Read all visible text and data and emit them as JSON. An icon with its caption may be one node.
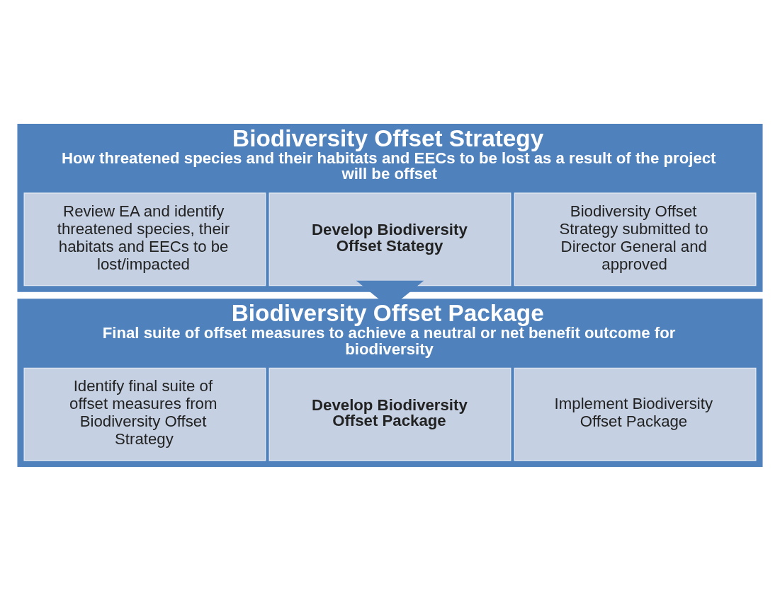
{
  "diagram": {
    "nodes": [
      {
        "text": [
          "Biodiversity Offset Strategy",
          "How threatened species and their habitats and EECs to be lost as a result of the project will be offset"
        ]
      },
      {
        "text": [
          "Review EA and identify threatened species, their habitats and EECs to be lost/impacted"
        ],
        "in": 0
      },
      {
        "text": [
          "Develop Biodiversity Offset Stategy"
        ],
        "in": 0
      },
      {
        "text": [
          "Biodiversity Offset Strategy submitted to Director General and approved"
        ],
        "in": 0
      },
      {
        "text": [
          "Biodiversity Offset Package",
          "Final suite of offset measures to achieve a neutral or net benefit outcome for biodiversity"
        ]
      },
      {
        "text": [
          "Identify final suite of offset measures from Biodiversity Offset Strategy"
        ],
        "in": 4
      },
      {
        "text": [
          "Develop Biodiversity Offset Package"
        ],
        "in": 4
      },
      {
        "text": [
          "Implement Biodiversity Offset Package"
        ],
        "in": 4
      }
    ],
    "edges": [
      {
        "from": 0,
        "to": 4,
        "arrow": "to",
        "style": "thick"
      }
    ]
  }
}
